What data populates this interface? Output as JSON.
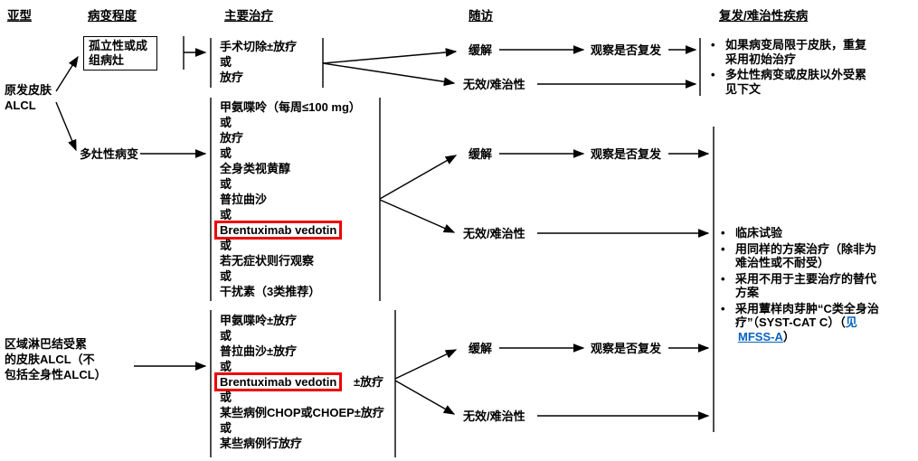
{
  "colors": {
    "highlight_red": "#ee0000",
    "link_blue": "#0563c1",
    "line_black": "#000000"
  },
  "glyphs": {
    "bullet": "•"
  },
  "headers": {
    "subtype": "亚型",
    "extent": "病变程度",
    "primary_treatment": "主要治疗",
    "followup": "随访",
    "relapse": "复发/难治性疾病"
  },
  "subtypes": {
    "primary": {
      "line1": "原发皮肤",
      "line2": "ALCL"
    },
    "regional": {
      "line1": "区域淋巴结受累",
      "line2": "的皮肤ALCL（不",
      "line3": "包括全身性ALCL）"
    }
  },
  "extent": {
    "solitary": "孤立性或成组病灶",
    "multifocal": "多灶性病变"
  },
  "treatments": {
    "solitary": {
      "items": [
        "手术切除±放疗",
        "或",
        "放疗"
      ]
    },
    "multifocal": {
      "items": [
        "甲氨喋呤（每周≤100 mg）",
        "或",
        "放疗",
        "或",
        "全身类视黄醇",
        "或",
        "普拉曲沙",
        "或",
        "Brentuximab vedotin",
        "或",
        "若无症状则行观察",
        "或",
        "干扰素（3类推荐）"
      ]
    },
    "regional": {
      "items": [
        "甲氨喋呤±放疗",
        "或",
        "普拉曲沙±放疗",
        "或",
        "Brentuximab vedotin",
        "±放疗",
        "或",
        "某些病例CHOP或CHOEP±放疗",
        "或",
        "某些病例行放疗"
      ]
    }
  },
  "followup": {
    "remission": "缓解",
    "observe": "观察是否复发",
    "refractory": "无效/难治性"
  },
  "relapse": {
    "skin_limited": {
      "bullet1": "如果病变局限于皮肤，重复采用初始治疗",
      "bullet2": "多灶性病变或皮肤以外受累见下文"
    },
    "options": {
      "bullet1": "临床试验",
      "bullet2": "用同样的方案治疗（除非为难治性或不耐受）",
      "bullet3": "采用不用于主要治疗的替代方案",
      "bullet4_prefix": "采用蕈样肉芽肿“C类全身治疗”（SYST-CAT C）（",
      "bullet4_link_pre": "见",
      "bullet4_link": "MFSS-A",
      "bullet4_suffix": "）"
    }
  }
}
